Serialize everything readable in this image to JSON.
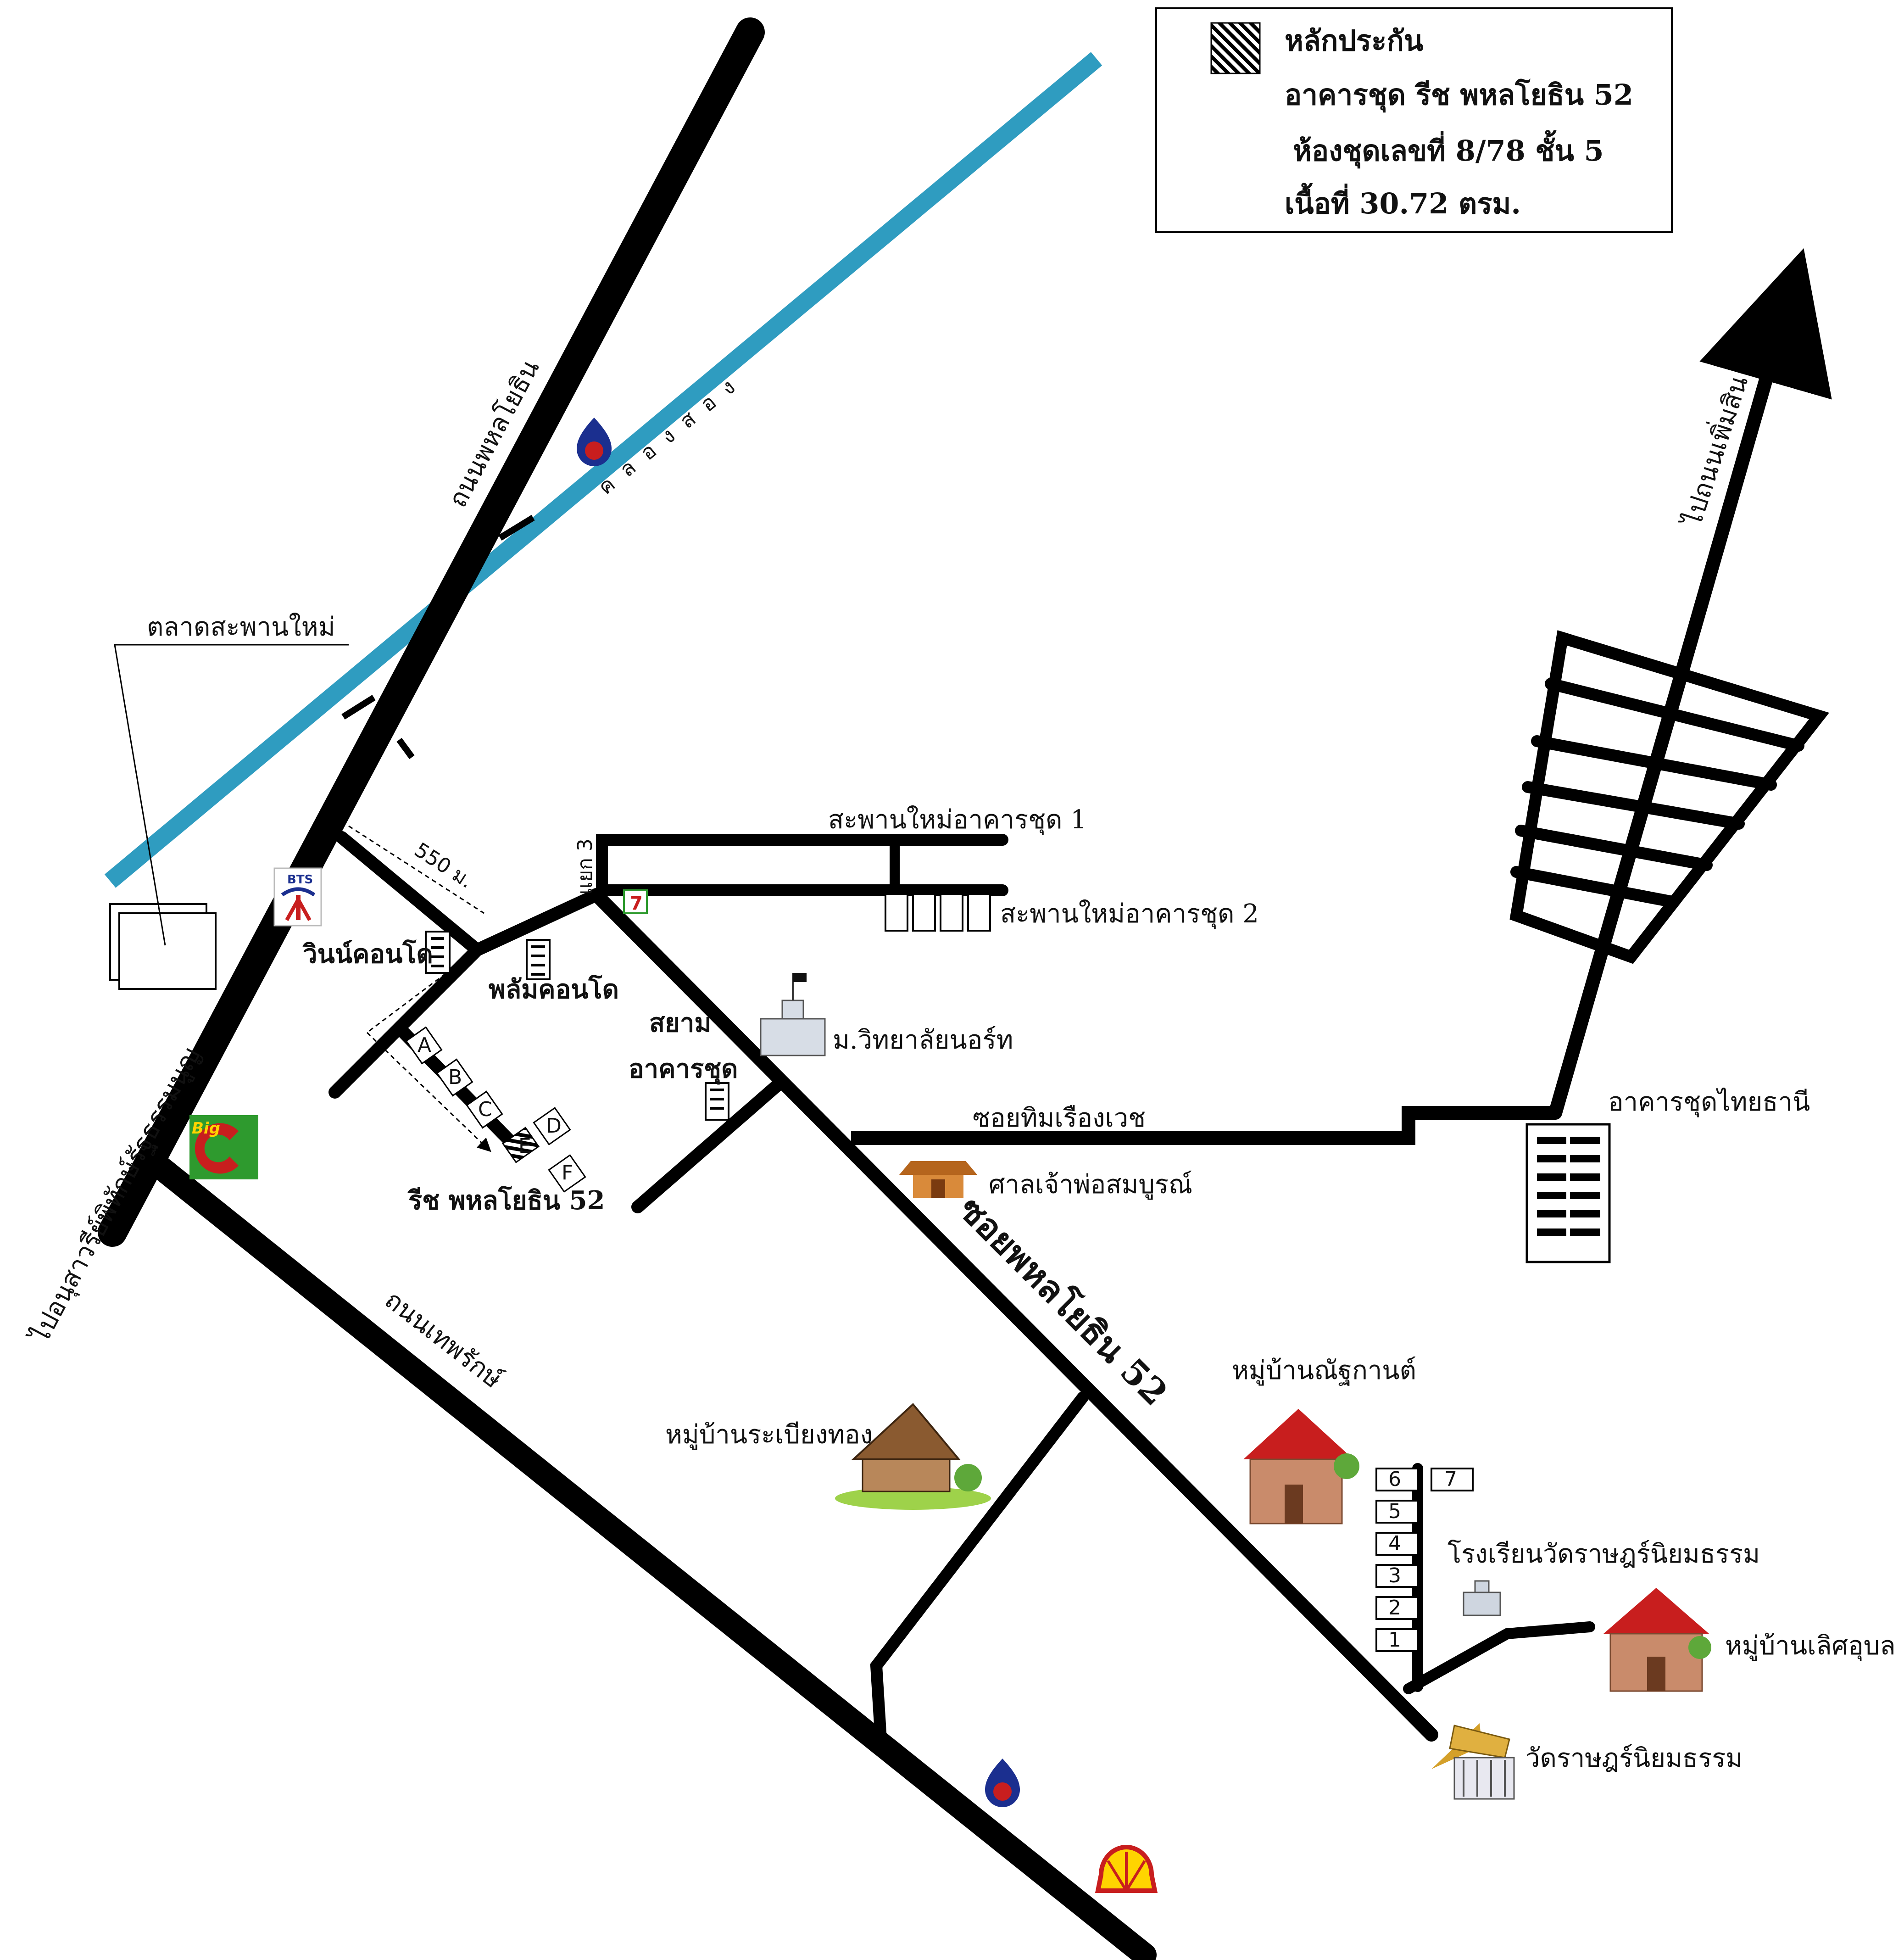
{
  "legend": {
    "title": "หลักประกัน",
    "building": "อาคารชุด รีช พหลโยธิน 52",
    "unit": "ห้องชุดเลขที่ 8/78  ชั้น 5",
    "area": "เนื้อที่  30.72 ตรม."
  },
  "roads": {
    "phahonyothin": "ถนนพหลโยธิน",
    "thepharak": "ถนนเทพรักษ์",
    "soi_phahon_52": "ซอยพหลโยธิน 52",
    "soi_thim": "ซอยทิมเรืองเวช",
    "to_monument": "ไปอนุสาวรีย์พิทักษ์รัฐธรรมนูญ",
    "to_phermsin": "ไปถนนเพิ่มสิน",
    "junction_3": "แยก 3",
    "distance": "550 ม."
  },
  "canal": "คลองสอง",
  "places": {
    "market": "ตลาดสะพานใหม่",
    "win_condo": "วินน์คอนโด",
    "plum_condo": "พลัมคอนโด",
    "saphan_mai_1": "สะพานใหม่อาคารชุด 1",
    "saphan_mai_2": "สะพานใหม่อาคารชุด 2",
    "siam_line1": "สยาม",
    "siam_line2": "อาคารชุด",
    "north_univ": "ม.วิทยาลัยนอร์ท",
    "shrine": "ศาลเจ้าพ่อสมบูรณ์",
    "reach": "รีช พหลโยธิน 52",
    "thai_thani": "อาคารชุดไทยธานี",
    "nattakan": "หมู่บ้านณัฐกานต์",
    "rabiang_thong": "หมู่บ้านระเบียงทอง",
    "school": "โรงเรียนวัดราษฎร์นิยมธรรม",
    "loet_ubon": "หมู่บ้านเลิศอุบล",
    "wat": "วัดราษฎร์นิยมธรรม"
  },
  "block_letters": [
    "A",
    "B",
    "C",
    "D",
    "E",
    "F"
  ],
  "soi_numbers": [
    "1",
    "2",
    "3",
    "4",
    "5",
    "6",
    "7"
  ],
  "logos": {
    "bts": "BTS",
    "bigc": "Big",
    "seven": "7"
  },
  "icons": {
    "ptt": "ptt-station-icon",
    "shell": "shell-station-icon",
    "bts": "bts-station-icon",
    "bigc": "bigc-store-icon",
    "seven": "7-eleven-icon",
    "building": "building-icon",
    "house": "house-icon",
    "temple": "temple-icon",
    "shrine": "shrine-icon",
    "university": "university-icon",
    "school": "school-icon",
    "hatch": "collateral-hatch-icon"
  },
  "colors": {
    "canal": "#2f9cc0",
    "road": "#000000",
    "roof": "#c81e1e",
    "bigc": "#2e9a2e",
    "ptt": "#1b2f8f"
  }
}
